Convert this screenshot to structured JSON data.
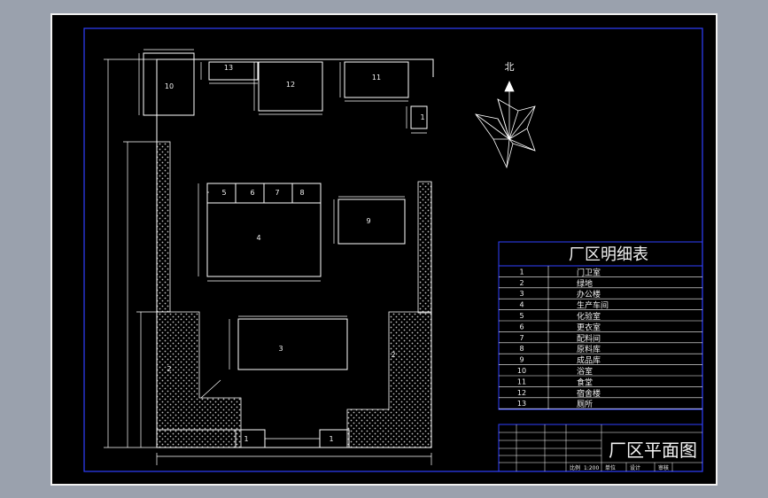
{
  "compass": {
    "north_label": "北"
  },
  "buildings": {
    "b1a": "1",
    "b1b": "1",
    "b1c": "1",
    "b2a": "2",
    "b2b": "2",
    "b3": "3",
    "b4": "4",
    "b5": "5",
    "b6": "6",
    "b7": "7",
    "b8": "8",
    "b9": "9",
    "b10": "10",
    "b11": "11",
    "b12": "12",
    "b13": "13"
  },
  "schedule": {
    "title": "厂区明细表",
    "rows": [
      {
        "no": "1",
        "name": "门卫室"
      },
      {
        "no": "2",
        "name": "绿地"
      },
      {
        "no": "3",
        "name": "办公楼"
      },
      {
        "no": "4",
        "name": "生产车间"
      },
      {
        "no": "5",
        "name": "化验室"
      },
      {
        "no": "6",
        "name": "更衣室"
      },
      {
        "no": "7",
        "name": "配料间"
      },
      {
        "no": "8",
        "name": "原料库"
      },
      {
        "no": "9",
        "name": "成品库"
      },
      {
        "no": "10",
        "name": "浴室"
      },
      {
        "no": "11",
        "name": "食堂"
      },
      {
        "no": "12",
        "name": "宿舍楼"
      },
      {
        "no": "13",
        "name": "厕所"
      }
    ]
  },
  "title_block": {
    "drawing_title": "厂区平面图",
    "scale_label": "比例",
    "scale_value": "1:200",
    "unit_label": "单位",
    "design_label": "设计",
    "check_label": "审核"
  }
}
